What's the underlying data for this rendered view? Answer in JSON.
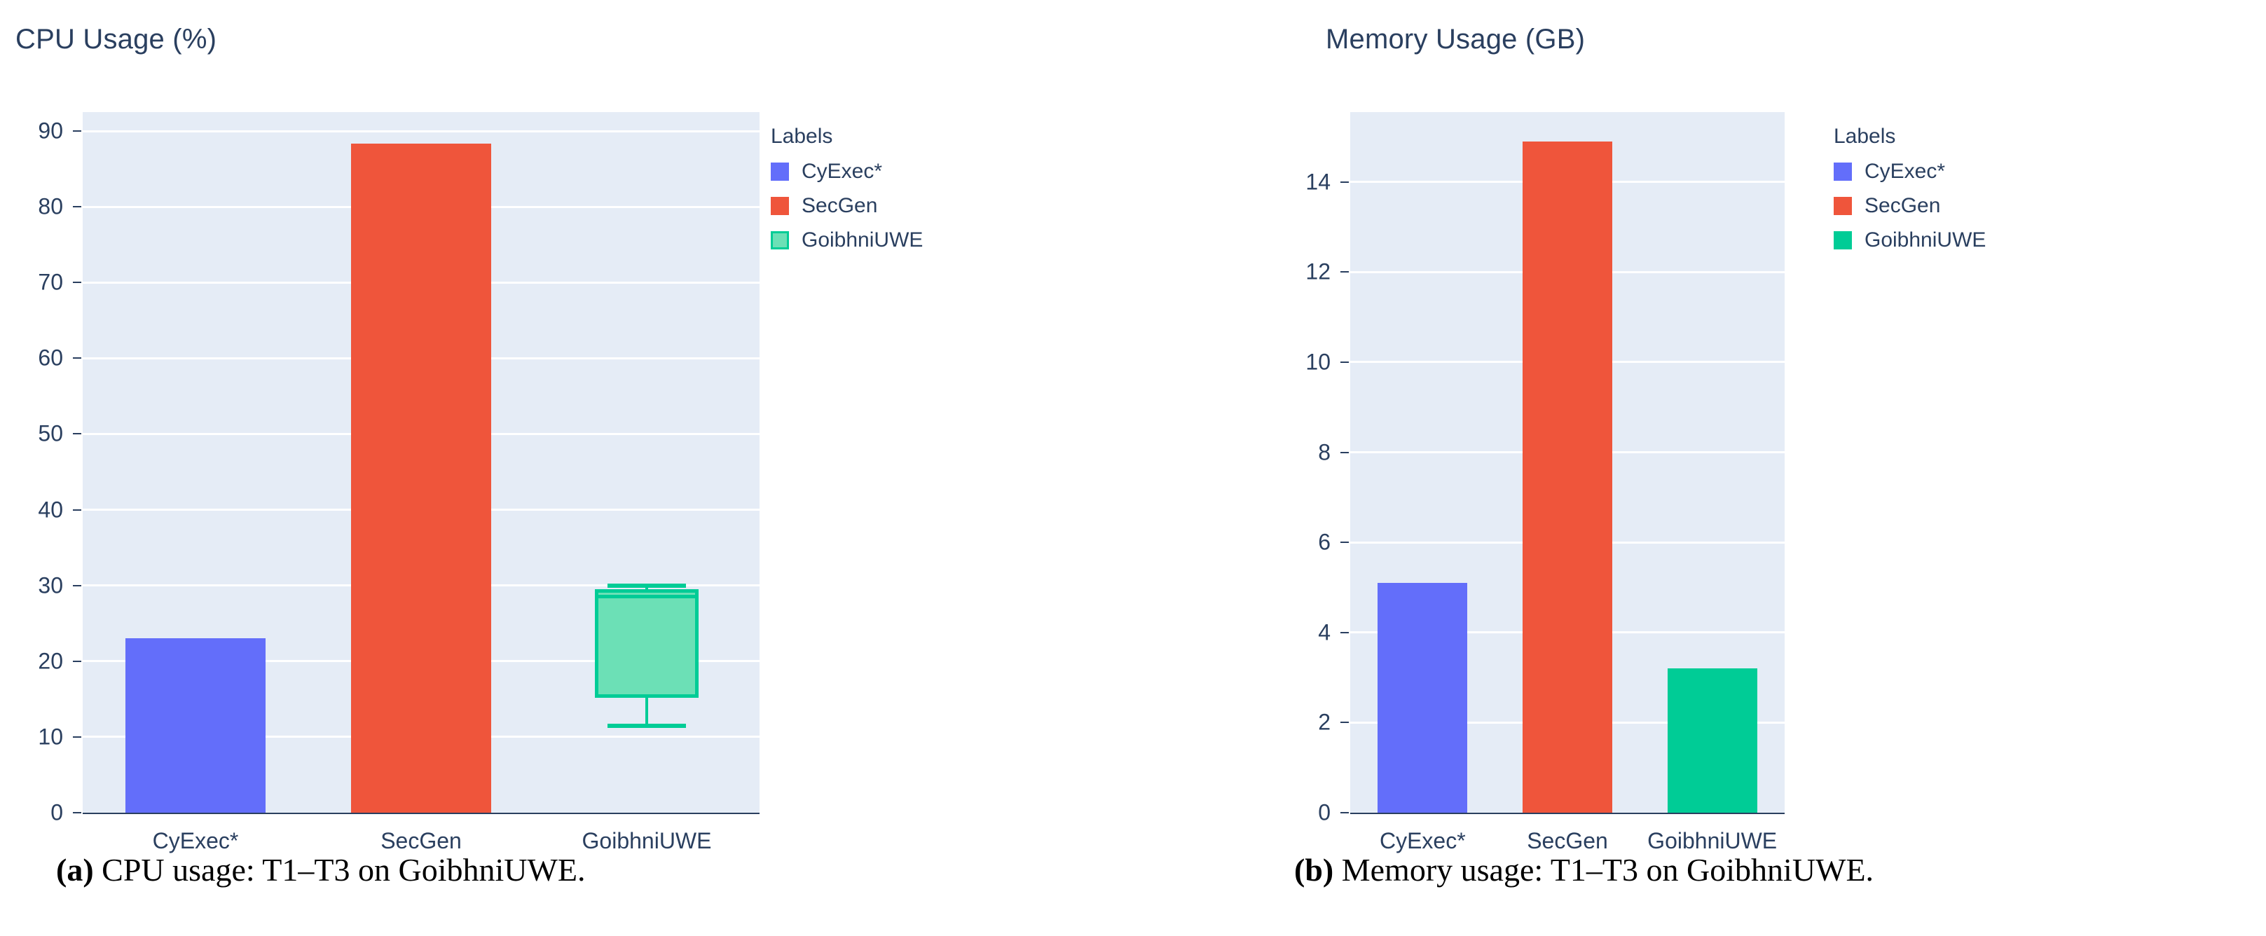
{
  "figure": {
    "background": "#ffffff",
    "plot_background": "#e5ecf6",
    "gridline_color": "#ffffff",
    "axis_text_color": "#2a3f5f"
  },
  "colors": {
    "cyexec": "#636efa",
    "secgen": "#ef553b",
    "goibhni_box_fill": "#6ce0b6",
    "goibhni_box_line": "#00cc96",
    "goibhni_bar": "#00cc96"
  },
  "panels": [
    {
      "id": "cpu",
      "title": "CPU Usage (%)",
      "legend_title": "Labels",
      "legend": [
        {
          "label": "CyExec*",
          "color": "#636efa",
          "style": "solid"
        },
        {
          "label": "SecGen",
          "color": "#ef553b",
          "style": "solid"
        },
        {
          "label": "GoibhniUWE",
          "color": "#6ce0b6",
          "style": "outlined"
        }
      ],
      "caption_tag": "(a)",
      "caption_text": "CPU usage: T1–T3 on GoibhniUWE."
    },
    {
      "id": "memory",
      "title": "Memory Usage (GB)",
      "legend_title": "Labels",
      "legend": [
        {
          "label": "CyExec*",
          "color": "#636efa",
          "style": "solid"
        },
        {
          "label": "SecGen",
          "color": "#ef553b",
          "style": "solid"
        },
        {
          "label": "GoibhniUWE",
          "color": "#00cc96",
          "style": "solid"
        }
      ],
      "caption_tag": "(b)",
      "caption_text": "Memory usage: T1–T3 on GoibhniUWE."
    }
  ],
  "chart_data": [
    {
      "type": "bar",
      "id": "cpu",
      "title": "CPU Usage (%)",
      "xlabel": "",
      "ylabel": "",
      "categories": [
        "CyExec*",
        "SecGen",
        "GoibhniUWE"
      ],
      "ylim": [
        0,
        92.5
      ],
      "yticks": [
        0,
        10,
        20,
        30,
        40,
        50,
        60,
        70,
        80,
        90
      ],
      "ytick_labels": [
        "0",
        "10",
        "20",
        "30",
        "40",
        "50",
        "60",
        "70",
        "80",
        "90"
      ],
      "grid": true,
      "legend_position": "right",
      "values": [
        23.0,
        88.3,
        null
      ],
      "series": [
        {
          "name": "CyExec*",
          "category": "CyExec*",
          "kind": "bar",
          "value": 23.0,
          "color": "#636efa"
        },
        {
          "name": "SecGen",
          "category": "SecGen",
          "kind": "bar",
          "value": 88.3,
          "color": "#ef553b"
        },
        {
          "name": "GoibhniUWE",
          "category": "GoibhniUWE",
          "kind": "box",
          "color": "#00cc96",
          "fill": "#6ce0b6",
          "min": 11.5,
          "q1": 15.2,
          "median": 28.5,
          "q3": 29.5,
          "max": 30.0
        }
      ]
    },
    {
      "type": "bar",
      "id": "memory",
      "title": "Memory Usage (GB)",
      "xlabel": "",
      "ylabel": "",
      "categories": [
        "CyExec*",
        "SecGen",
        "GoibhniUWE"
      ],
      "ylim": [
        0,
        15.55
      ],
      "yticks": [
        0,
        2,
        4,
        6,
        8,
        10,
        12,
        14
      ],
      "ytick_labels": [
        "0",
        "2",
        "4",
        "6",
        "8",
        "10",
        "12",
        "14"
      ],
      "grid": true,
      "legend_position": "right",
      "values": [
        5.1,
        14.9,
        3.2
      ],
      "series": [
        {
          "name": "CyExec*",
          "category": "CyExec*",
          "kind": "bar",
          "value": 5.1,
          "color": "#636efa"
        },
        {
          "name": "SecGen",
          "category": "SecGen",
          "kind": "bar",
          "value": 14.9,
          "color": "#ef553b"
        },
        {
          "name": "GoibhniUWE",
          "category": "GoibhniUWE",
          "kind": "bar",
          "value": 3.2,
          "color": "#00cc96"
        }
      ]
    }
  ]
}
